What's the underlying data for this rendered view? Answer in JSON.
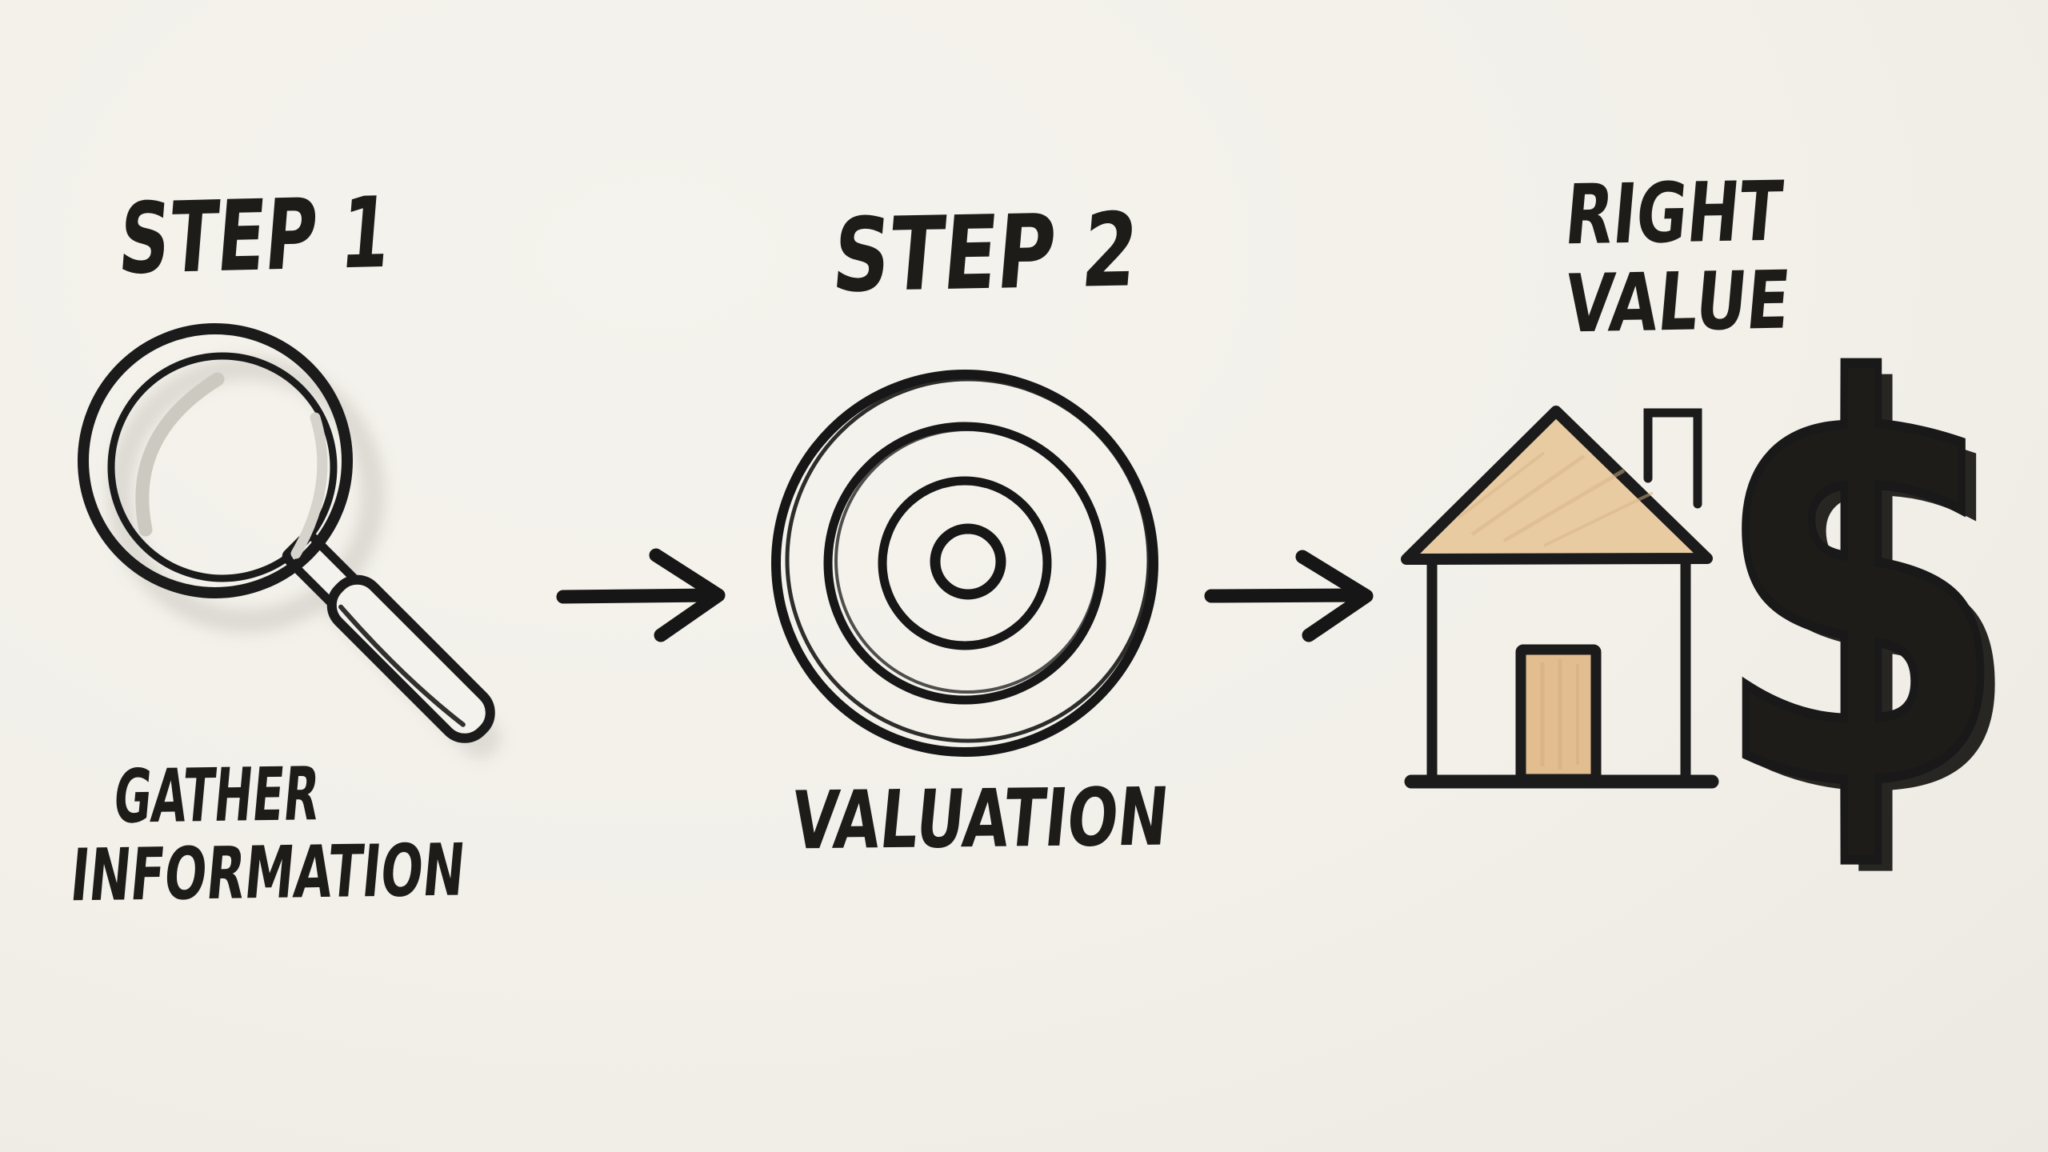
{
  "canvas": {
    "background": "#f2f0ea",
    "ink": "#1d1c19"
  },
  "step1": {
    "title": "STEP 1",
    "caption_line1": "GATHER",
    "caption_line2": "INFORMATION",
    "icon": "magnifier-icon"
  },
  "step2": {
    "title": "STEP 2",
    "caption": "VALUATION",
    "icon": "target-icon"
  },
  "result": {
    "title_line1": "RIGHT",
    "title_line2": "VALUE",
    "icons": [
      "house-icon",
      "dollar-icon"
    ],
    "dollar_symbol": "$"
  },
  "colors": {
    "roof_tan": "#e9cba2",
    "door_tan": "#e2bd90",
    "dollar_shadow_peach": "#f1d3a5",
    "soft_shadow_gray": "#c9c6be"
  }
}
